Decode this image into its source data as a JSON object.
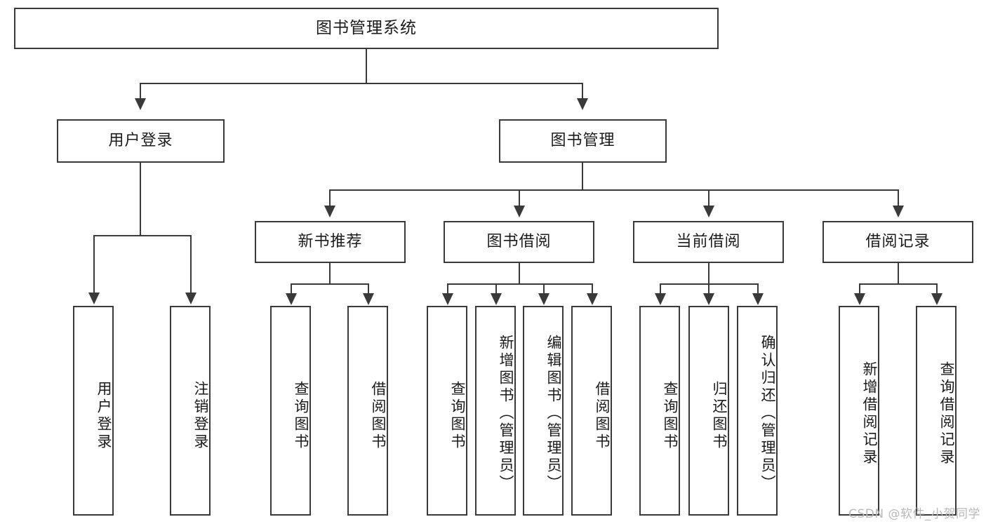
{
  "diagram": {
    "type": "tree-hierarchy",
    "title": "图书管理系统",
    "watermark": "CSDN @软件_小贺同学",
    "nodes": {
      "root": {
        "label": "图书管理系统",
        "level": 1
      },
      "l2": [
        {
          "id": "user-login",
          "label": "用户登录"
        },
        {
          "id": "book-manage",
          "label": "图书管理"
        }
      ],
      "l3": [
        {
          "id": "new-book-recommend",
          "label": "新书推荐",
          "parent": "book-manage"
        },
        {
          "id": "book-borrow",
          "label": "图书借阅",
          "parent": "book-manage"
        },
        {
          "id": "current-borrow",
          "label": "当前借阅",
          "parent": "book-manage"
        },
        {
          "id": "borrow-record",
          "label": "借阅记录",
          "parent": "book-manage"
        }
      ],
      "leaves": {
        "user-login": [
          {
            "id": "leaf-user-login",
            "label": "用户登录"
          },
          {
            "id": "leaf-logout-login",
            "label": "注销登录"
          }
        ],
        "new-book-recommend": [
          {
            "id": "leaf-query-book-1",
            "label": "查询图书"
          },
          {
            "id": "leaf-borrow-book-1",
            "label": "借阅图书"
          }
        ],
        "book-borrow": [
          {
            "id": "leaf-query-book-2",
            "label": "查询图书"
          },
          {
            "id": "leaf-add-book",
            "label": "新增图书（管理员）"
          },
          {
            "id": "leaf-edit-book",
            "label": "编辑图书（管理员）"
          },
          {
            "id": "leaf-borrow-book-2",
            "label": "借阅图书"
          }
        ],
        "current-borrow": [
          {
            "id": "leaf-query-book-3",
            "label": "查询图书"
          },
          {
            "id": "leaf-return-book",
            "label": "归还图书"
          },
          {
            "id": "leaf-confirm-return",
            "label": "确认归还（管理员）"
          }
        ],
        "borrow-record": [
          {
            "id": "leaf-add-record",
            "label": "新增借阅记录"
          },
          {
            "id": "leaf-query-record",
            "label": "查询借阅记录"
          }
        ]
      }
    },
    "colors": {
      "stroke": "#3a3a3a",
      "fill": "#ffffff",
      "text": "#1b1b1b",
      "watermark": "#b9b9b9"
    }
  }
}
